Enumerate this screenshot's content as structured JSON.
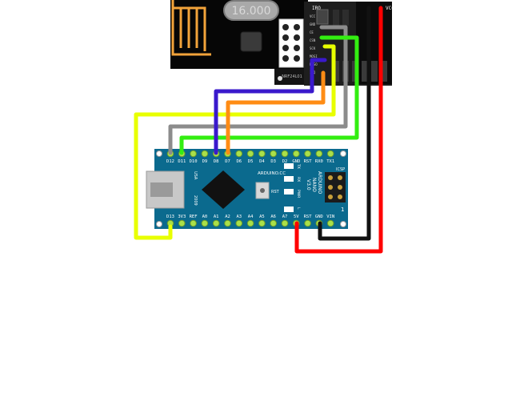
{
  "nrf_module": {
    "crystal_label": "16.000",
    "pin_labels": [
      "VCC",
      "GND",
      "CE",
      "CSN",
      "SCK",
      "MOSI",
      "MISO",
      "IRQ"
    ],
    "socket_pin_top": "IRQ",
    "socket_pin_side": "VCC",
    "adapter_text": "NRF24L01"
  },
  "arduino_nano": {
    "top_pins": [
      "D12",
      "D11",
      "D10",
      "D9",
      "D8",
      "D7",
      "D6",
      "D5",
      "D4",
      "D3",
      "D2",
      "GND",
      "RST",
      "RX0",
      "TX1"
    ],
    "bottom_pins": [
      "D13",
      "3V3",
      "REF",
      "A0",
      "A1",
      "A2",
      "A3",
      "A4",
      "A5",
      "A6",
      "A7",
      "5V",
      "RST",
      "GND",
      "VIN"
    ],
    "usa_text": "USA",
    "year_text": "2009",
    "site_text": "ARDUINO.CC",
    "rst_text": "RST",
    "name_text": "ARDUINO",
    "model_text": "NANO",
    "version_text": "V3.0",
    "icsp_text": "ICSP",
    "pin1_text": "1",
    "led_labels": [
      "TX",
      "RX",
      "PWR",
      "L"
    ]
  },
  "wire_colors": {
    "yellow": "#e8ff00",
    "gray": "#8c8c8c",
    "green": "#33ee11",
    "blue": "#3a19cc",
    "orange": "#ff8c14",
    "black": "#111111",
    "red": "#ff0000"
  }
}
